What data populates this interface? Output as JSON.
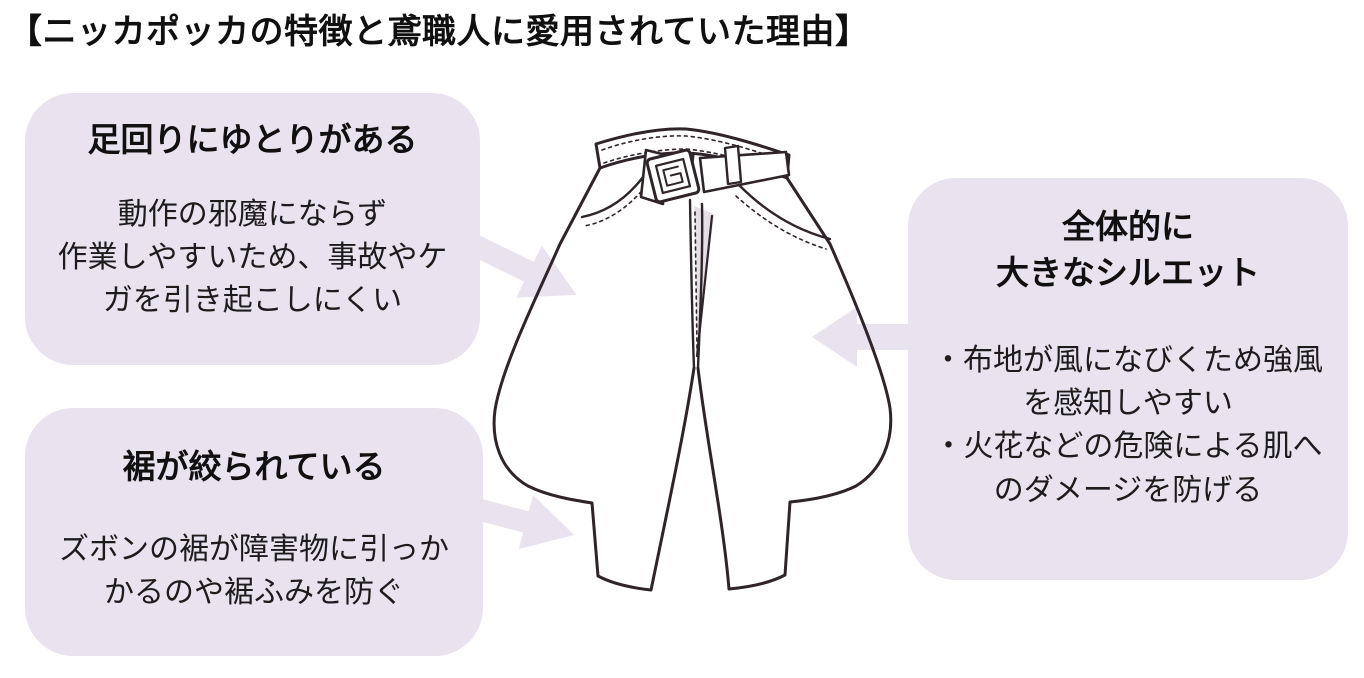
{
  "title": "【ニッカポッカの特徴と鳶職人に愛用されていた理由】",
  "colors": {
    "background": "#ffffff",
    "bubble_bg": "#e9e3f0",
    "arrow": "#e9e3f0",
    "heading_text": "#101010",
    "body_text": "#1c1c1c",
    "line_art": "#2e242a",
    "fly_shade": "#e3dfe4"
  },
  "callouts": {
    "top_left": {
      "heading": "足回りにゆとりがある",
      "body": "動作の邪魔にならず\n作業しやすいため、事故やケ\nガを引き起こしにくい"
    },
    "bottom_left": {
      "heading": "裾が絞られている",
      "body": "ズボンの裾が障害物に引っか\nかるのや裾ふみを防ぐ"
    },
    "right": {
      "heading": "全体的に\n大きなシルエット",
      "body": "・布地が風になびくため強風\nを感知しやすい\n・火花などの危険による肌へ\nのダメージを防げる"
    }
  },
  "illustration": {
    "name": "nikka-pokka-baggy-work-pants-line-drawing",
    "arrows": [
      "arrow-roomy-legs-to-pants",
      "arrow-cinched-hem-to-pants",
      "arrow-large-silhouette-to-pants"
    ]
  }
}
